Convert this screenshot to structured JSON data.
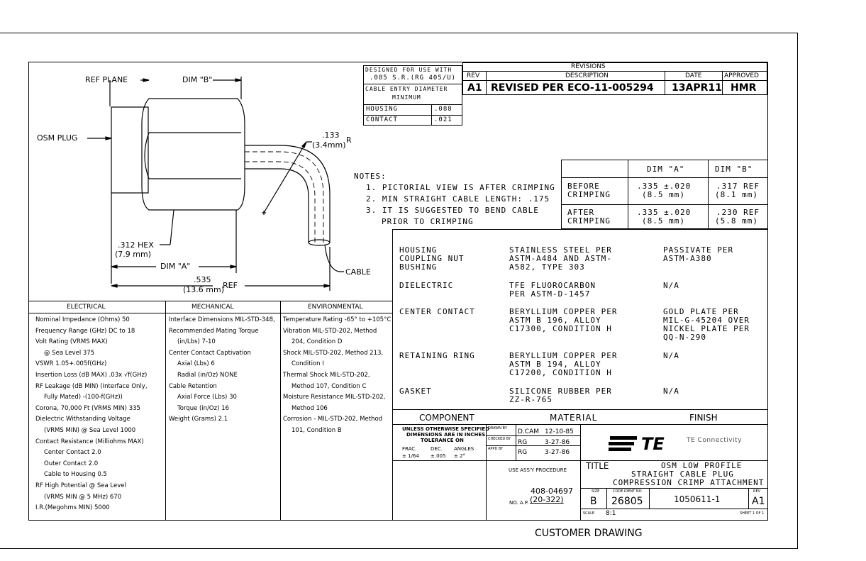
{
  "drawing": {
    "ref_plane": "REF PLANE",
    "dim_b": "DIM \"B\"",
    "osm_plug": "OSM PLUG",
    "bend_radius": ".133",
    "bend_radius_mm": "(3.4mm)",
    "bend_radius_r": "R",
    "hex": ".312 HEX",
    "hex_mm": "(7.9 mm)",
    "dim_a": "DIM \"A\"",
    "length": ".535",
    "length_mm": "(13.6 mm)",
    "length_ref": "REF",
    "cable": "CABLE"
  },
  "design_block": {
    "line1": "DESIGNED FOR USE WITH",
    "line2": ".085 S.R.(RG 405/U)",
    "entry1": "CABLE ENTRY DIAMETER",
    "entry2": "MINIMUM",
    "rows": [
      {
        "label": "HOUSING",
        "value": ".088"
      },
      {
        "label": "CONTACT",
        "value": ".021"
      }
    ]
  },
  "revisions": {
    "title": "REVISIONS",
    "headers": {
      "rev": "REV",
      "description": "DESCRIPTION",
      "date": "DATE",
      "approved": "APPROVED"
    },
    "row": {
      "rev": "A1",
      "description": "REVISED PER ECO-11-005294",
      "date": "13APR11",
      "approved": "HMR"
    }
  },
  "notes": {
    "title": "NOTES:",
    "items": [
      "1. PICTORIAL VIEW IS AFTER CRIMPING",
      "2. MIN STRAIGHT CABLE LENGTH: .175",
      "3. IT IS SUGGESTED TO BEND CABLE",
      "PRIOR TO CRIMPING"
    ]
  },
  "dim_table": {
    "header_a": "DIM \"A\"",
    "header_b": "DIM \"B\"",
    "rows": [
      {
        "label1": "BEFORE",
        "label2": "CRIMPING",
        "a1": ".335 ±.020",
        "a2": "(8.5 mm)",
        "b1": ".317 REF",
        "b2": "(8.1 mm)"
      },
      {
        "label1": "AFTER",
        "label2": "CRIMPING",
        "a1": ".335 ±.020",
        "a2": "(8.5 mm)",
        "b1": ".230 REF",
        "b2": "(5.8 mm)"
      }
    ]
  },
  "materials": {
    "rows": [
      {
        "component": [
          "HOUSING",
          "COUPLING NUT",
          "BUSHING"
        ],
        "material": [
          "STAINLESS STEEL PER",
          "ASTM-A484 AND ASTM-",
          "A582, TYPE 303"
        ],
        "finish": [
          "PASSIVATE PER",
          "ASTM-A380"
        ]
      },
      {
        "component": [
          "DIELECTRIC"
        ],
        "material": [
          "TFE FLUOROCARBON",
          "PER ASTM-D-1457"
        ],
        "finish": [
          "N/A"
        ]
      },
      {
        "component": [
          "CENTER CONTACT"
        ],
        "material": [
          "BERYLLIUM COPPER PER",
          "ASTM B 196, ALLOY",
          "C17300, CONDITION H"
        ],
        "finish": [
          "GOLD PLATE PER",
          "MIL-G-45204 OVER",
          "NICKEL PLATE PER",
          "QQ-N-290"
        ]
      },
      {
        "component": [
          "RETAINING RING"
        ],
        "material": [
          "BERYLLIUM COPPER PER",
          "ASTM B 194, ALLOY",
          "C17200, CONDITION H"
        ],
        "finish": [
          "N/A"
        ]
      },
      {
        "component": [
          "GASKET"
        ],
        "material": [
          "SILICONE RUBBER PER",
          "ZZ-R-765"
        ],
        "finish": [
          "N/A"
        ]
      }
    ],
    "footer": {
      "component": "COMPONENT",
      "material": "MATERIAL",
      "finish": "FINISH"
    }
  },
  "properties": {
    "headers": {
      "electrical": "ELECTRICAL",
      "mechanical": "MECHANICAL",
      "environmental": "ENVIRONMENTAL"
    },
    "electrical": [
      "Nominal Impedance (Ohms) 50",
      "Frequency Range (GHz) DC to 18",
      "Volt Rating (VRMS MAX)",
      "@ Sea Level 375",
      "VSWR 1.05+.005f(GHz)",
      "Insertion Loss (dB MAX) .03x √f(GHz)",
      "RF Leakage (dB MIN) (Interface Only,",
      "Fully Mated) -(100-f(GHz))",
      "Corona, 70,000 Ft (VRMS MIN) 335",
      "Dielectric Withstanding Voltage",
      "(VRMS MIN) @ Sea Level 1000",
      "Contact Resistance (Milliohms MAX)",
      "Center Contact 2.0",
      "Outer Contact 2.0",
      "Cable to Housing 0.5",
      "RF High Potential @ Sea Level",
      "(VRMS MIN @ 5 MHz) 670",
      "I.R.(Megohms MIN) 5000"
    ],
    "mechanical": [
      "Interface Dimensions MIL-STD-348,",
      "Recommended Mating Torque",
      "(in/Lbs) 7-10",
      "Center Contact Captivation",
      "Axial (Lbs) 6",
      "Radial (in/Oz) NONE",
      "Cable Retention",
      "Axial Force (Lbs)    30",
      "Torque (in/Oz)    16",
      "Weight (Grams)    2.1"
    ],
    "environmental": [
      "Temperature Rating -65° to +105°C",
      "Vibration MIL-STD-202, Method",
      "204, Condition D",
      "Shock MIL-STD-202, Method 213,",
      "Condition I",
      "Thermal Shock MIL-STD-202,",
      "Method 107, Condition C",
      "Moisture Resistance MIL-STD-202,",
      "Method 106",
      "Corrosion - MIL-STD-202, Method",
      "101, Condition B"
    ]
  },
  "title_block": {
    "tolerance_lines": [
      "UNLESS OTHERWISE SPECIFIED",
      "DIMENSIONS ARE IN INCHES",
      "TOLERANCE ON"
    ],
    "tolerance_heads": [
      "FRAC.",
      "DEC.",
      "ANGLES"
    ],
    "tolerance_vals": [
      "± 1/64",
      "±.005",
      "± 2°"
    ],
    "drawn_label": "DRAWN BY",
    "drawn_by": "D.CAM",
    "drawn_date": "12-10-85",
    "checked_label": "CHECKED BY",
    "checked_by": "RG",
    "checked_date": "3-27-86",
    "approved_label": "APPD BY",
    "approved_by": "RG",
    "approved_date": "3-27-86",
    "procedure_label": "USE ASS'Y PROCEDURE",
    "procedure_no": "408-04697",
    "ap_label": "NO. A.P.",
    "ap_no": "(20-322)",
    "company": "TE Connectivity",
    "logo_text": "TE",
    "title_label": "TITLE",
    "title_lines": [
      "OSM LOW PROFILE",
      "STRAIGHT CABLE PLUG",
      "COMPRESSION CRIMP ATTACHMENT"
    ],
    "size_label": "SIZE",
    "size": "B",
    "code_label": "CODE IDENT NO.",
    "code": "26805",
    "part_no": "1050611-1",
    "rev_label": "REV",
    "rev": "A1",
    "scale_label": "SCALE",
    "scale": "8:1",
    "sheet": "SHEET 1 OF 1",
    "customer": "CUSTOMER DRAWING"
  }
}
